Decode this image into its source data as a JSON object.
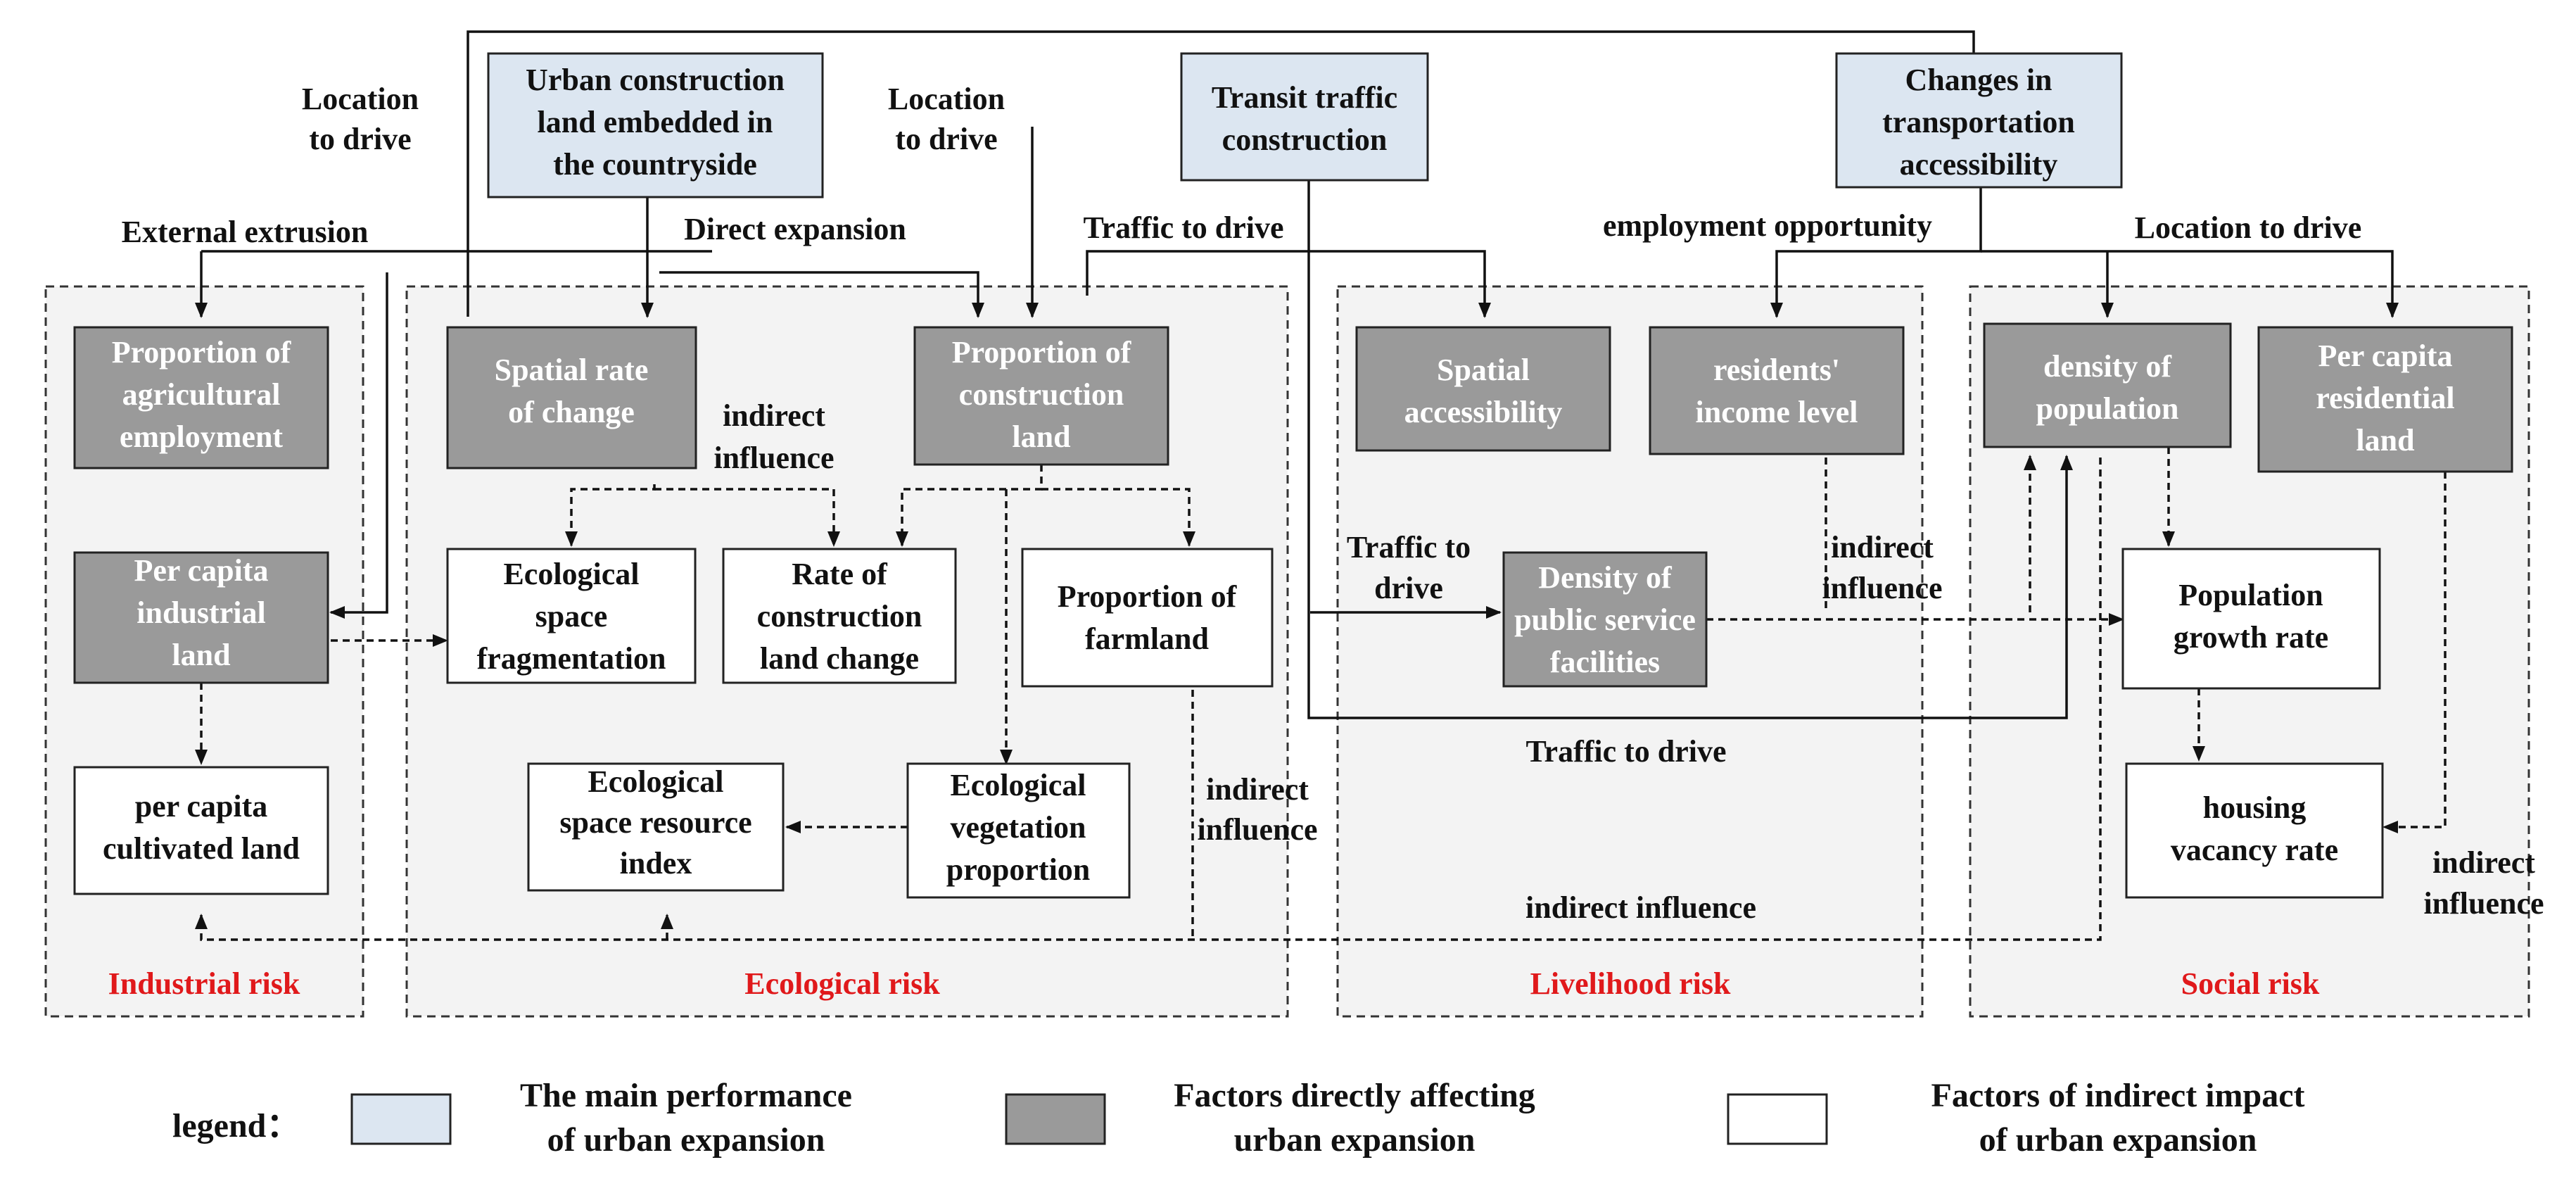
{
  "regions": {
    "industrial": "Industrial risk",
    "ecological": "Ecological risk",
    "livelihood": "Livelihood risk",
    "social": "Social risk"
  },
  "nodes": {
    "urban_construction": [
      "Urban construction",
      "land embedded in",
      "the countryside"
    ],
    "transit_traffic": [
      "Transit traffic",
      "construction"
    ],
    "changes_transport": [
      "Changes in",
      "transportation",
      "accessibility"
    ],
    "prop_agri_employment": [
      "Proportion of",
      "agricultural",
      "employment"
    ],
    "per_capita_industrial": [
      "Per capita",
      "industrial",
      "land"
    ],
    "per_capita_cultivated": [
      "per capita",
      "cultivated land"
    ],
    "spatial_rate_change": [
      "Spatial rate",
      "of change"
    ],
    "prop_construction_land": [
      "Proportion of",
      "construction",
      "land"
    ],
    "eco_space_fragmentation": [
      "Ecological",
      "space",
      "fragmentation"
    ],
    "rate_construction_change": [
      "Rate of",
      "construction",
      "land change"
    ],
    "prop_farmland": [
      "Proportion of",
      "farmland"
    ],
    "eco_space_resource": [
      "Ecological",
      "space resource",
      "index"
    ],
    "eco_vegetation": [
      "Ecological",
      "vegetation",
      "proportion"
    ],
    "spatial_accessibility": [
      "Spatial",
      "accessibility"
    ],
    "residents_income": [
      "residents'",
      "income level"
    ],
    "density_public_service": [
      "Density of",
      "public service",
      "facilities"
    ],
    "density_population": [
      "density of",
      "population"
    ],
    "per_capita_residential": [
      "Per capita",
      "residential",
      "land"
    ],
    "population_growth": [
      "Population",
      "growth rate"
    ],
    "housing_vacancy": [
      "housing",
      "vacancy rate"
    ]
  },
  "edge_labels": {
    "location_drive_1": [
      "Location",
      "to drive"
    ],
    "location_drive_2": [
      "Location",
      "to drive"
    ],
    "external_extrusion": "External extrusion",
    "direct_expansion": "Direct expansion",
    "traffic_drive_top": "Traffic to drive",
    "employment_opportunity": "employment opportunity",
    "location_drive_3": "Location to drive",
    "indirect_influence_1": [
      "indirect",
      "influence"
    ],
    "traffic_drive_mid": [
      "Traffic to",
      "drive"
    ],
    "indirect_influence_2": [
      "indirect",
      "influence"
    ],
    "traffic_drive_bottom": "Traffic to drive",
    "indirect_influence_3": [
      "indirect",
      "influence"
    ],
    "indirect_influence_4": "indirect influence",
    "indirect_influence_5": [
      "indirect",
      "influence"
    ]
  },
  "legend": {
    "title": "legend：",
    "main": [
      "The main performance",
      "of urban expansion"
    ],
    "direct": [
      "Factors directly affecting",
      "urban expansion"
    ],
    "indirect": [
      "Factors of indirect impact",
      "of urban expansion"
    ]
  },
  "colors": {
    "main_fill": "#dce6f1",
    "direct_fill": "#9a9a9a",
    "indirect_fill": "#ffffff",
    "risk_label": "#e0191b",
    "region_fill": "#f3f3f3"
  }
}
